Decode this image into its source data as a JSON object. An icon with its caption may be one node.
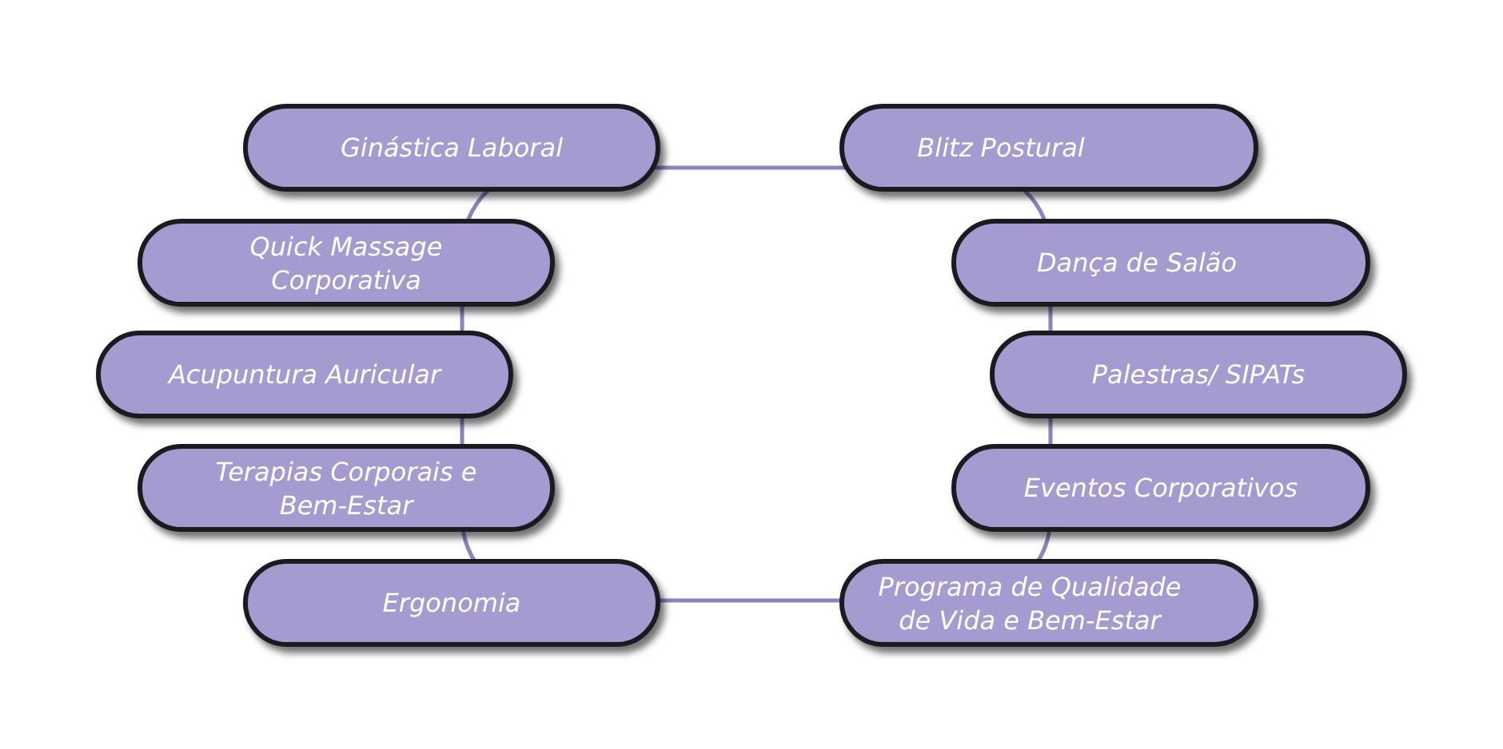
{
  "diagram": {
    "nodes": [
      {
        "text": [
          "Ginástica Laboral"
        ]
      },
      {
        "text": [
          "Blitz Postural"
        ]
      },
      {
        "text": [
          "Quick Massage Corporativa"
        ]
      },
      {
        "text": [
          "Dança de Salão"
        ]
      },
      {
        "text": [
          "Acupuntura Auricular"
        ]
      },
      {
        "text": [
          "Palestras/ SIPATs"
        ]
      },
      {
        "text": [
          "Terapias Corporais e Bem-Estar"
        ]
      },
      {
        "text": [
          "Eventos Corporativos"
        ]
      },
      {
        "text": [
          "Ergonomia"
        ]
      },
      {
        "text": [
          "Programa de Qualidade de Vida e Bem-Estar"
        ]
      }
    ]
  }
}
